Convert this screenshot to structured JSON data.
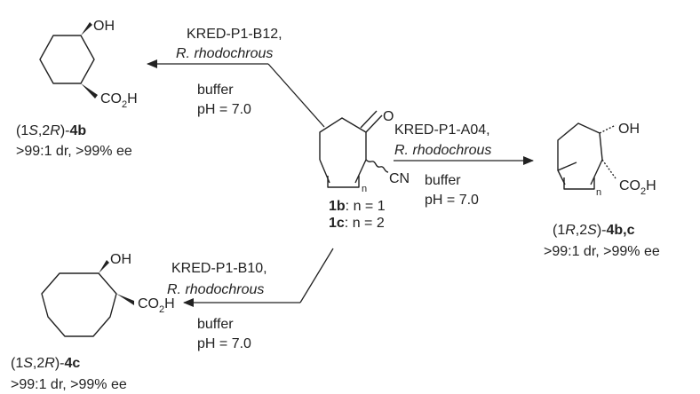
{
  "substrate": {
    "atom_o": "O",
    "atom_cn": "CN",
    "n_sub": "n",
    "compounds": [
      {
        "id": "1b",
        "condition": ": n = 1"
      },
      {
        "id": "1c",
        "condition": ": n = 2"
      }
    ]
  },
  "reaction_top": {
    "enzyme": "KRED-P1-B12,",
    "organism": "R. rhodochrous",
    "medium": "buffer",
    "ph": "pH = 7.0"
  },
  "reaction_right": {
    "enzyme": "KRED-P1-A04,",
    "organism": "R. rhodochrous",
    "medium": "buffer",
    "ph": "pH = 7.0"
  },
  "reaction_bottom": {
    "enzyme": "KRED-P1-B10,",
    "organism": "R. rhodochrous",
    "medium": "buffer",
    "ph": "pH = 7.0"
  },
  "product_top": {
    "oh": "OH",
    "co2h": "CO",
    "co2h_sub": "2",
    "co2h_tail": "H",
    "config_open": "(1",
    "config_a": "S",
    "config_mid": ",2",
    "config_b": "R",
    "config_close": ")-",
    "compound": "4b",
    "selectivity": ">99:1 dr, >99% ee"
  },
  "product_right": {
    "oh": "OH",
    "co2h": "CO",
    "co2h_sub": "2",
    "co2h_tail": "H",
    "n_sub": "n",
    "config_open": "(1",
    "config_a": "R",
    "config_mid": ",2",
    "config_b": "S",
    "config_close": ")-",
    "compound": "4b,c",
    "selectivity": ">99:1 dr, >99% ee"
  },
  "product_bottom": {
    "oh": "OH",
    "co2h": "CO",
    "co2h_sub": "2",
    "co2h_tail": "H",
    "config_open": "(1",
    "config_a": "S",
    "config_mid": ",2",
    "config_b": "R",
    "config_close": ")-",
    "compound": "4c",
    "selectivity": ">99:1 dr, >99% ee"
  }
}
